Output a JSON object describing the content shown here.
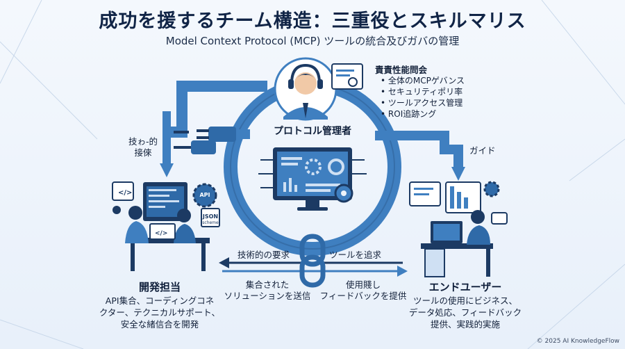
{
  "title": "成功を援するチーム構造：三重役とスキルマリス",
  "subtitle": "Model Context Protocol (MCP)  ツールの統合及びガバの管理",
  "center": {
    "label": "プロトコル管理者",
    "roles_title": "責責性能問会",
    "roles": [
      "全体のMCPゲバンス",
      "セキュリティポリ率",
      "ツールアクセス管理",
      "ROI追跡ング"
    ]
  },
  "left_arrow_label": [
    "技ゎ-的",
    "接倈"
  ],
  "right_arrow_label": "ガイド",
  "bottom": {
    "tech_request": "技術的の要求",
    "tool_request": "ツールを追求",
    "solution": [
      "集合された",
      "ソリューションを送信"
    ],
    "feedback": [
      "使用賤し",
      "フィードバックを提供"
    ]
  },
  "dev": {
    "title": "開発担当",
    "desc": [
      "API集合、コーディングコネ",
      "クター、テクニカルサポート、",
      "安全な緒信合を開発"
    ],
    "api_badge": "API",
    "json_badge": "JSON",
    "json_sub": "scheme"
  },
  "user": {
    "title": "エンドユーザー",
    "desc": [
      "ツールの使用にビジネス、",
      "データ処応、フィードバック",
      "提供、実践的実施"
    ]
  },
  "copyright": "© 2025 AI KnowledgeFlow",
  "colors": {
    "primary": "#3f7fc0",
    "dark": "#1c3a63",
    "light": "#cfe0f3",
    "accent": "#5b9bd5"
  }
}
